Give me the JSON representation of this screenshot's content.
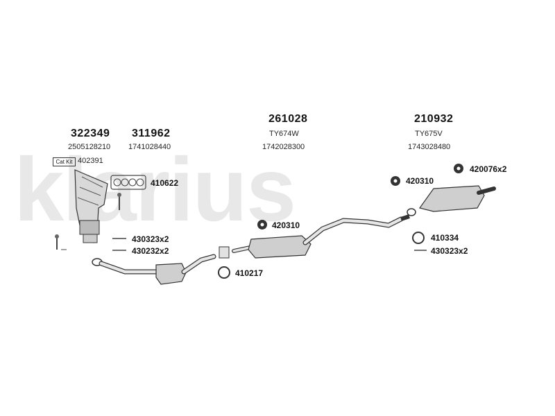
{
  "brand": {
    "logo_text": "klarius"
  },
  "assemblies": [
    {
      "number": "322349",
      "ref": "2505128210"
    },
    {
      "number": "311962",
      "ref": "1741028440"
    },
    {
      "number": "261028",
      "code": "TY674W",
      "ref": "1742028300"
    },
    {
      "number": "210932",
      "code": "TY675V",
      "ref": "1743028480"
    }
  ],
  "cat_kit": {
    "label": "Cat Kit",
    "number": "402391"
  },
  "parts": {
    "gasket_manifold": "410622",
    "bolt_kit_1": "430323x2",
    "bolt_kit_2": "430232x2",
    "ring_gasket_front": "410217",
    "mount_center": "420310",
    "mount_rear": "420310",
    "mount_rear_2": "420076x2",
    "ring_gasket_rear": "410334",
    "bolt_kit_rear": "430323x2"
  }
}
